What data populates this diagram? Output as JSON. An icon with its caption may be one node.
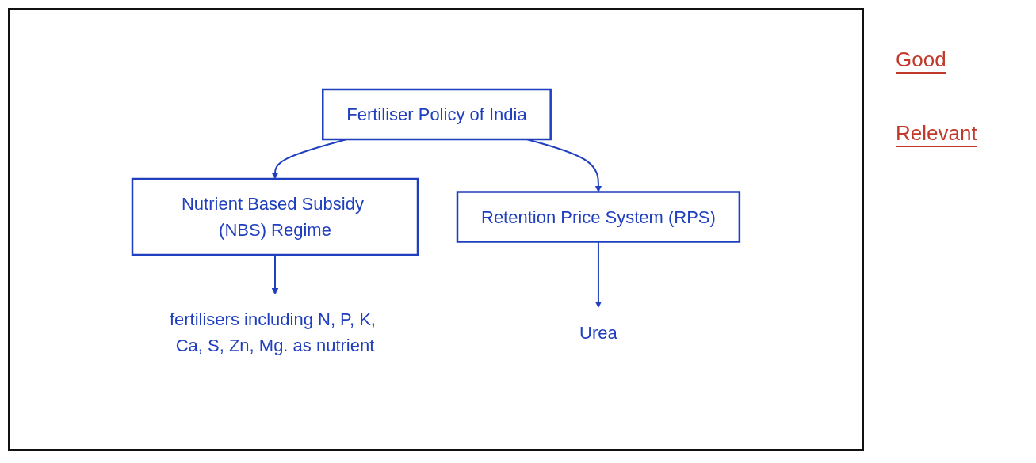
{
  "diagram": {
    "nodes": [
      {
        "text": [
          "Fertiliser Policy of India"
        ]
      },
      {
        "text": [
          "Nutrient Based Subsidy (NBS) Regime"
        ]
      },
      {
        "text": [
          "Retention Price System (RPS)"
        ]
      },
      {
        "text": [
          "Urea"
        ]
      },
      {
        "text": [
          "fertilisers including N, P, K, Ca, S, Zn, Mg. as nutrient"
        ]
      }
    ],
    "edges": [
      {
        "from": 0,
        "to": 1,
        "arrow": "to"
      },
      {
        "from": 0,
        "to": 2,
        "arrow": "to"
      },
      {
        "from": 2,
        "to": 3,
        "arrow": "to"
      },
      {
        "from": 1,
        "to": 4,
        "arrow": "to"
      }
    ],
    "labels": [
      "Good",
      "Relevant"
    ]
  }
}
